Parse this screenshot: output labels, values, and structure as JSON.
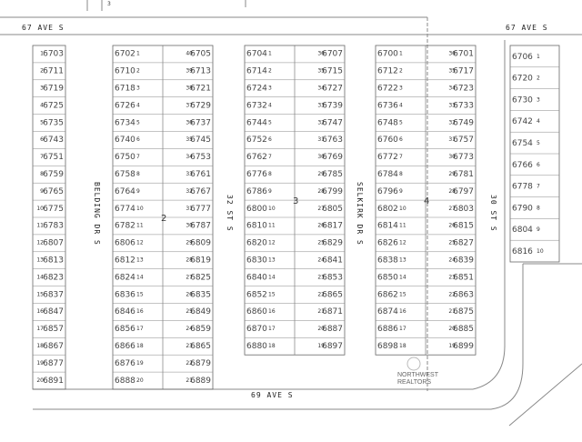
{
  "streets": {
    "top_left": "67 AVE S",
    "top_right": "67 AVE S",
    "bottom": "69 AVE S",
    "belding": "BELDING DR S",
    "st32": "32 ST S",
    "selkirk": "SELKIRK DR S",
    "st30": "30 ST S"
  },
  "blocks": [
    {
      "id": "block-1",
      "label": "",
      "left": [],
      "right": [
        "6703",
        "6711",
        "6719",
        "6725",
        "6735",
        "6743",
        "6751",
        "6759",
        "6765",
        "6775",
        "6783",
        "6807",
        "6813",
        "6823",
        "6837",
        "6847",
        "6857",
        "6867",
        "6877",
        "6891"
      ],
      "left_lots": [],
      "right_lots": [
        "1",
        "2",
        "3",
        "4",
        "5",
        "6",
        "7",
        "8",
        "9",
        "10",
        "11",
        "12",
        "13",
        "14",
        "15",
        "16",
        "17",
        "18",
        "19",
        "20"
      ]
    },
    {
      "id": "block-2",
      "label": "2",
      "left": [
        "6702",
        "6710",
        "6718",
        "6726",
        "6734",
        "6740",
        "6750",
        "6758",
        "6764",
        "6774",
        "6782",
        "6806",
        "6812",
        "6824",
        "6836",
        "6846",
        "6856",
        "6866",
        "6876",
        "6888"
      ],
      "right": [
        "6705",
        "6713",
        "6721",
        "6729",
        "6737",
        "6745",
        "6753",
        "6761",
        "6767",
        "6777",
        "6787",
        "6809",
        "6819",
        "6825",
        "6835",
        "6849",
        "6859",
        "6865",
        "6879",
        "6889"
      ],
      "left_lots": [
        "1",
        "2",
        "3",
        "4",
        "5",
        "6",
        "7",
        "8",
        "9",
        "10",
        "11",
        "12",
        "13",
        "14",
        "15",
        "16",
        "17",
        "18",
        "19",
        "20"
      ],
      "right_lots": [
        "40",
        "39",
        "38",
        "37",
        "36",
        "35",
        "34",
        "33",
        "32",
        "31",
        "30",
        "29",
        "28",
        "27",
        "26",
        "25",
        "24",
        "23",
        "22",
        "21"
      ]
    },
    {
      "id": "block-3",
      "label": "3",
      "left": [
        "6704",
        "6714",
        "6724",
        "6732",
        "6744",
        "6752",
        "6762",
        "6776",
        "6786",
        "6800",
        "6810",
        "6820",
        "6830",
        "6840",
        "6852",
        "6860",
        "6870",
        "6880"
      ],
      "right": [
        "6707",
        "6715",
        "6727",
        "6739",
        "6747",
        "6763",
        "6769",
        "6785",
        "6799",
        "6805",
        "6817",
        "6829",
        "6841",
        "6853",
        "6865",
        "6871",
        "6887",
        "6897"
      ],
      "left_lots": [
        "1",
        "2",
        "3",
        "4",
        "5",
        "6",
        "7",
        "8",
        "9",
        "10",
        "11",
        "12",
        "13",
        "14",
        "15",
        "16",
        "17",
        "18"
      ],
      "right_lots": [
        "36",
        "35",
        "34",
        "33",
        "32",
        "31",
        "30",
        "29",
        "28",
        "27",
        "26",
        "25",
        "24",
        "23",
        "22",
        "21",
        "20",
        "19"
      ]
    },
    {
      "id": "block-4",
      "label": "4",
      "left": [
        "6700",
        "6712",
        "6722",
        "6736",
        "6748",
        "6760",
        "6772",
        "6784",
        "6796",
        "6802",
        "6814",
        "6826",
        "6838",
        "6850",
        "6862",
        "6874",
        "6886",
        "6898"
      ],
      "right": [
        "6701",
        "6717",
        "6723",
        "6733",
        "6749",
        "6757",
        "6773",
        "6781",
        "6797",
        "6803",
        "6815",
        "6827",
        "6839",
        "6851",
        "6863",
        "6875",
        "6885",
        "6899"
      ],
      "left_lots": [
        "1",
        "2",
        "3",
        "4",
        "5",
        "6",
        "7",
        "8",
        "9",
        "10",
        "11",
        "12",
        "13",
        "14",
        "15",
        "16",
        "17",
        "18"
      ],
      "right_lots": [
        "36",
        "35",
        "34",
        "33",
        "32",
        "31",
        "30",
        "29",
        "28",
        "27",
        "26",
        "25",
        "24",
        "23",
        "22",
        "21",
        "20",
        "19"
      ]
    },
    {
      "id": "block-5",
      "label": "",
      "left": [
        "6706",
        "6720",
        "6730",
        "6742",
        "6754",
        "6766",
        "6778",
        "6790",
        "6804",
        "6816"
      ],
      "right": [],
      "left_lots": [
        "1",
        "2",
        "3",
        "4",
        "5",
        "6",
        "7",
        "8",
        "9",
        "10"
      ],
      "right_lots": []
    }
  ],
  "top_fragment": "3",
  "watermark": {
    "logo_line1": "NORTHWEST",
    "logo_line2": "REALTORS"
  },
  "colors": {
    "line": "#666666",
    "street_line": "#888888",
    "text": "#333333"
  }
}
